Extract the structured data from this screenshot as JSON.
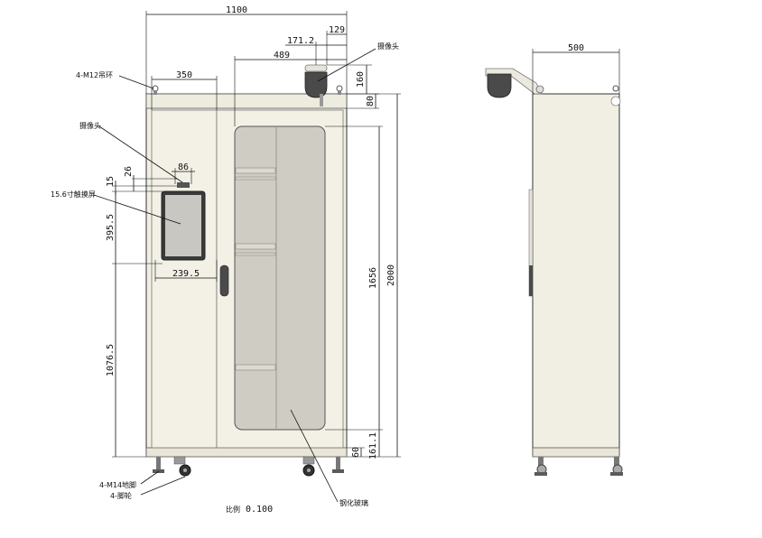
{
  "dimensions": {
    "overall_width": "1100",
    "overall_height": "2000",
    "door_opening": "489",
    "camera_offset": "171.2",
    "camera_width": "129",
    "camera_height": "160",
    "top_gap": "80",
    "left_panel": "350",
    "glass_height": "1656",
    "bottom_gap": "161.1",
    "base_height": "60",
    "screen_offset": "15",
    "camera_small_offset": "26",
    "camera_small_width": "86",
    "screen_height": "395.5",
    "screen_width": "239.5",
    "screen_elevation": "1076.5",
    "side_depth": "500"
  },
  "labels": {
    "eyebolts": "4-M12吊环",
    "camera_top": "摄像头",
    "camera_front": "摄像头",
    "touchscreen": "15.6寸触摸屏",
    "feet": "4-M14地脚",
    "casters": "4-脚轮",
    "glass": "钢化玻璃",
    "scale_label": "比例",
    "scale_value": "0.100"
  }
}
